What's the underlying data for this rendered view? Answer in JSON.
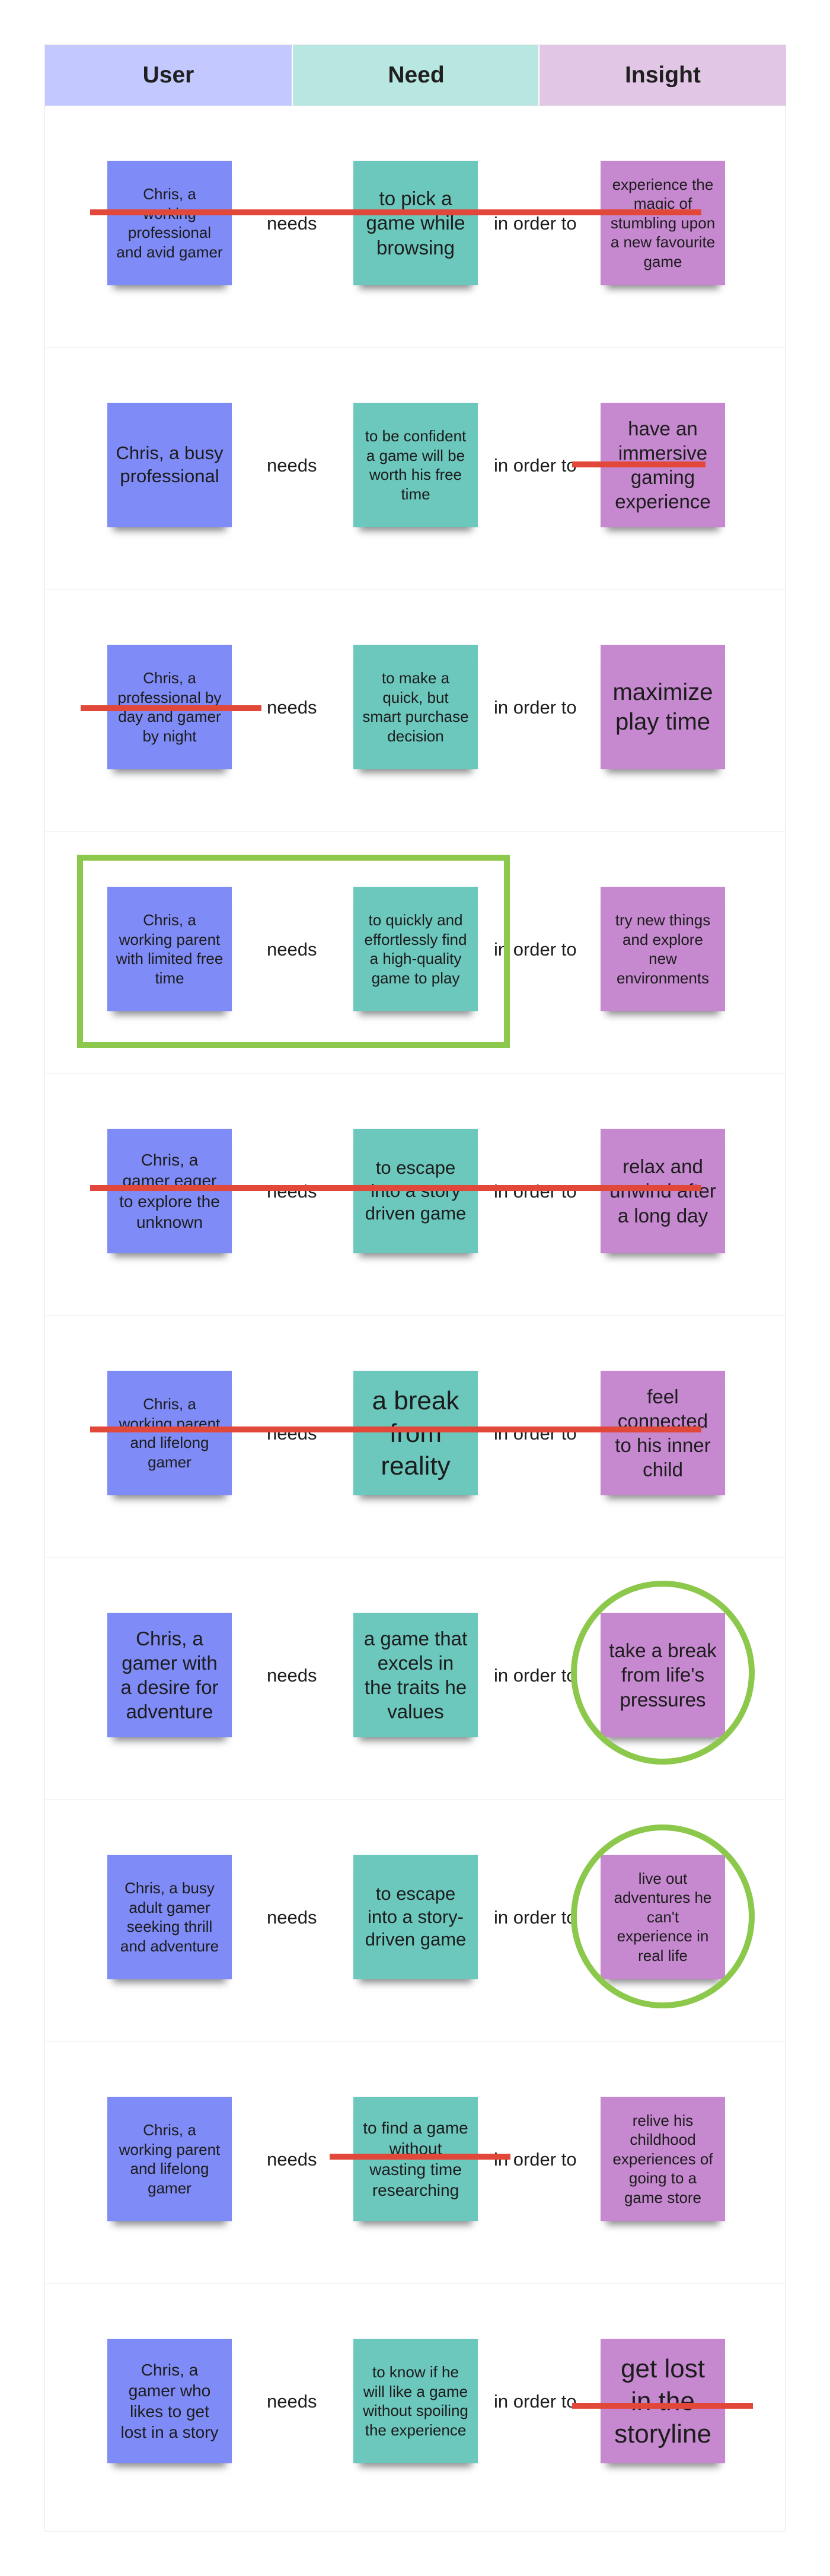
{
  "colors": {
    "user_sticky": "#7f8bf6",
    "need_sticky": "#6cc7bd",
    "insight_sticky": "#c688cf",
    "header_user": "#c3c9ff",
    "header_need": "#b8e6e0",
    "header_insight": "#e1c6e6",
    "strike": "#e2483a",
    "annotation": "#8cc84b"
  },
  "headers": {
    "user": "User",
    "need": "Need",
    "insight": "Insight"
  },
  "connectors": {
    "needs": "needs",
    "in_order_to": "in order to"
  },
  "rows": [
    {
      "user": "Chris, a working professional and avid gamer",
      "need": "to pick a game while browsing",
      "insight": "experience the magic of stumbling upon a new favourite game",
      "user_size": 26,
      "need_size": 33,
      "insight_size": 26
    },
    {
      "user": "Chris, a busy professional",
      "need": "to be confident a game will be worth his free time",
      "insight": "have an immersive gaming experience",
      "user_size": 31,
      "need_size": 26,
      "insight_size": 33
    },
    {
      "user": "Chris, a professional by day and gamer by night",
      "need": "to make a quick, but smart purchase decision",
      "insight": "maximize play time",
      "user_size": 26,
      "need_size": 26,
      "insight_size": 40
    },
    {
      "user": "Chris, a working parent with limited free time",
      "need": "to quickly and effortlessly find a high-quality game to play",
      "insight": "try new things and explore new environments",
      "user_size": 26,
      "need_size": 26,
      "insight_size": 26
    },
    {
      "user": "Chris, a gamer eager to explore the unknown",
      "need": "to escape into a story driven game",
      "insight": "relax and unwind after a long day",
      "user_size": 28,
      "need_size": 31,
      "insight_size": 33
    },
    {
      "user": "Chris, a working parent and lifelong gamer",
      "need": "a break from reality",
      "insight": "feel connected to his inner child",
      "user_size": 26,
      "need_size": 44,
      "insight_size": 33
    },
    {
      "user": "Chris, a gamer with a desire for adventure",
      "need": "a game that excels in the traits he values",
      "insight": "take a break from life's pressures",
      "user_size": 33,
      "need_size": 33,
      "insight_size": 33
    },
    {
      "user": "Chris, a busy adult gamer seeking thrill and adventure",
      "need": "to escape into a story-driven game",
      "insight": "live out adventures he can't experience in real life",
      "user_size": 26,
      "need_size": 31,
      "insight_size": 26
    },
    {
      "user": "Chris, a working parent and lifelong gamer",
      "need": "to find a game without wasting time researching",
      "insight": "relive his childhood experiences of going to a game store",
      "user_size": 26,
      "need_size": 28,
      "insight_size": 26
    },
    {
      "user": "Chris, a gamer who likes to get lost in a story",
      "need": "to know if he will like a game without spoiling the experience",
      "insight": "get lost in the storyline",
      "user_size": 28,
      "need_size": 26,
      "insight_size": 44
    }
  ]
}
